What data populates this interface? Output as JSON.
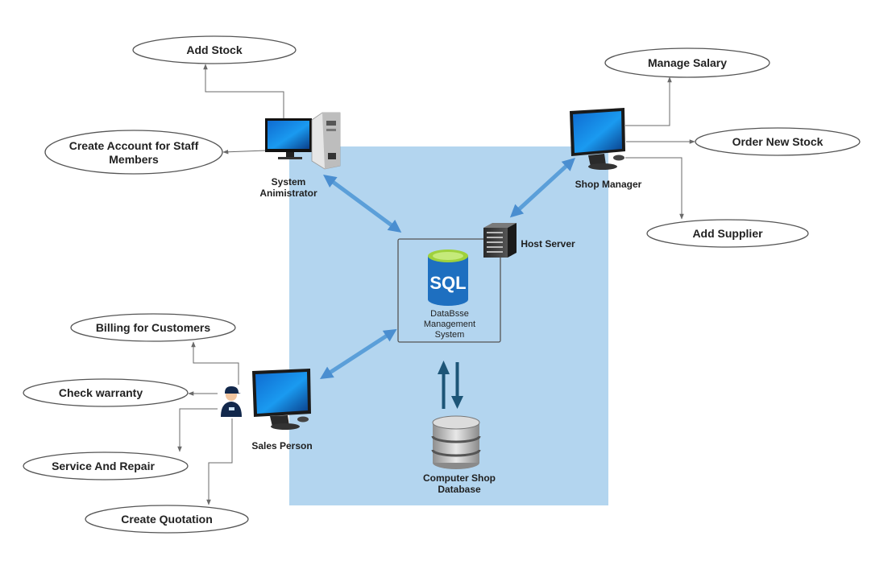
{
  "actors": {
    "admin": {
      "label_line1": "System",
      "label_line2": "Animistrator"
    },
    "manager": {
      "label": "Shop Manager"
    },
    "sales": {
      "label": "Sales Person"
    }
  },
  "server": {
    "label": "Host Server"
  },
  "dbms": {
    "icon_text": "SQL",
    "label_line1": "DataBsse",
    "label_line2": "Management",
    "label_line3": "System"
  },
  "database": {
    "label_line1": "Computer Shop",
    "label_line2": "Database"
  },
  "use_cases": {
    "add_stock": "Add Stock",
    "create_account_line1": "Create Account for Staff",
    "create_account_line2": "Members",
    "manage_salary": "Manage Salary",
    "order_new_stock": "Order New Stock",
    "add_supplier": "Add Supplier",
    "billing": "Billing for Customers",
    "check_warranty": "Check warranty",
    "service_repair": "Service And Repair",
    "create_quotation": "Create Quotation"
  },
  "colors": {
    "region": "#b3d5ef",
    "arrow_light": "#5b9fd9",
    "arrow_dark": "#1d5577",
    "sql_blue": "#1e6fc0",
    "sql_green": "#9fd13c",
    "line": "#6a6a6a"
  }
}
